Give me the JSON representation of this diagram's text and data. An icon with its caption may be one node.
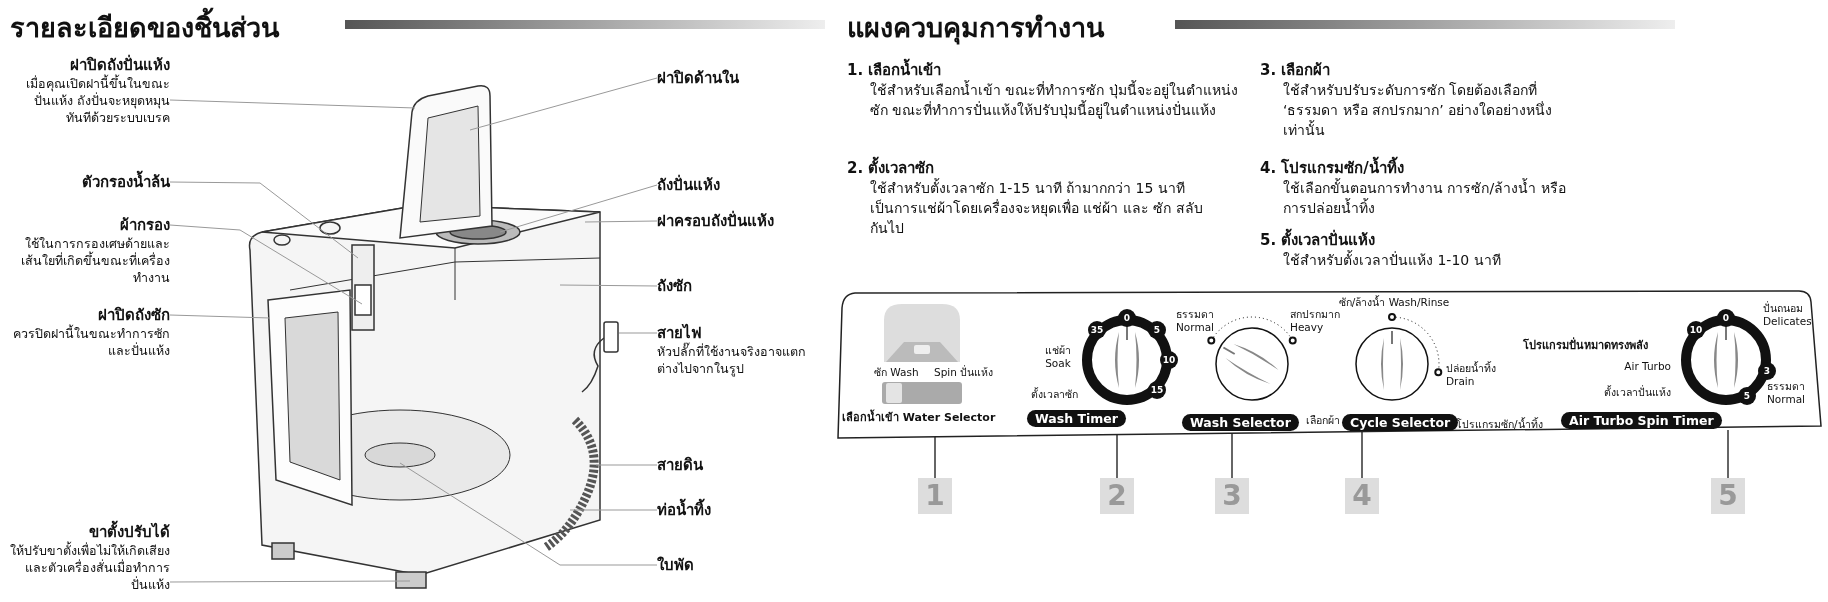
{
  "diagram": {
    "nodes": [
      {
        "text": [
          "ฝาปิดถังปั่นแห้ง",
          "เมื่อคุณเปิดฝานี้ขึ้นในขณะปั่นแห้ง ถังปั่นจะหยุดหมุนทันทีด้วยระบบเบรค"
        ]
      },
      {
        "text": [
          "ตัวกรองน้ำล้น"
        ]
      },
      {
        "text": [
          "ผ้ากรอง",
          "ใช้ในการกรองเศษด้ายและเส้นใยที่เกิดขึ้นขณะที่เครื่องทำงาน"
        ]
      },
      {
        "text": [
          "ฝาปิดถังซัก",
          "ควรปิดฝานี้ในขณะทำการซักและปั่นแห้ง"
        ]
      },
      {
        "text": [
          "ขาตั้งปรับได้",
          "ให้ปรับขาตั้งเพื่อไม่ให้เกิดเสียงและตัวเครื่องสั่นเมื่อทำการปั่นแห้ง"
        ]
      },
      {
        "text": [
          "ฝาปิดด้านใน"
        ]
      },
      {
        "text": [
          "ถังปั่นแห้ง"
        ]
      },
      {
        "text": [
          "ฝาครอบถังปั่นแห้ง"
        ]
      },
      {
        "text": [
          "ถังซัก"
        ]
      },
      {
        "text": [
          "สายไฟ",
          "หัวปลั๊กที่ใช้งานจริงอาจแตกต่างไปจากในรูป"
        ]
      },
      {
        "text": [
          "สายดิน"
        ]
      },
      {
        "text": [
          "ท่อน้ำทิ้ง"
        ]
      },
      {
        "text": [
          "ใบพัด"
        ]
      },
      {
        "text": [],
        "shape": "box"
      },
      {
        "text": [
          "ซัก Wash",
          "Spin ปั่นแห้ง",
          "เลือกน้ำเข้า Water Selector"
        ],
        "in": 13
      },
      {
        "text": [
          "0",
          "5",
          "10",
          "15",
          "35",
          "แช่ผ้า Soak",
          "ตั้งเวลาซัก",
          "Wash Timer"
        ],
        "in": 13
      },
      {
        "text": [
          "ธรรมดา Normal",
          "สกปรกมาก Heavy",
          "Wash Selector",
          "เลือกผ้า"
        ],
        "in": 13
      },
      {
        "text": [
          "ซัก/ล้างน้ำ Wash/Rinse",
          "ปล่อยน้ำทิ้ง Drain",
          "Cycle Selector",
          "โปรแกรมซัก/น้ำทิ้ง"
        ],
        "in": 13
      },
      {
        "text": [
          "0",
          "3",
          "5",
          "10",
          "ปั่นถนอม Delicates",
          "ธรรมดา Normal",
          "โปรแกรมปั่นหมาดทรงพลัง",
          "Air Turbo",
          "ตั้งเวลาปั่นแห้ง",
          "Air Turbo Spin Timer"
        ],
        "in": 13
      },
      {
        "text": [
          "1"
        ]
      },
      {
        "text": [
          "2"
        ]
      },
      {
        "text": [
          "3"
        ]
      },
      {
        "text": [
          "4"
        ]
      },
      {
        "text": [
          "5"
        ]
      }
    ],
    "edges": [
      {
        "from": 0,
        "to": null,
        "arrow": "none"
      },
      {
        "from": 1,
        "to": null,
        "arrow": "none"
      },
      {
        "from": 2,
        "to": null,
        "arrow": "none"
      },
      {
        "from": 3,
        "to": null,
        "arrow": "none"
      },
      {
        "from": 4,
        "to": null,
        "arrow": "none"
      },
      {
        "from": 5,
        "to": null,
        "arrow": "none"
      },
      {
        "from": 6,
        "to": null,
        "arrow": "none"
      },
      {
        "from": 7,
        "to": null,
        "arrow": "none"
      },
      {
        "from": 8,
        "to": null,
        "arrow": "none"
      },
      {
        "from": 9,
        "to": null,
        "arrow": "none"
      },
      {
        "from": 10,
        "to": null,
        "arrow": "none"
      },
      {
        "from": 11,
        "to": null,
        "arrow": "none"
      },
      {
        "from": 12,
        "to": null,
        "arrow": "none"
      },
      {
        "from": 19,
        "to": 14,
        "arrow": "none",
        "color": "#333333"
      },
      {
        "from": 20,
        "to": 15,
        "arrow": "none",
        "color": "#333333"
      },
      {
        "from": 21,
        "to": 16,
        "arrow": "none",
        "color": "#333333"
      },
      {
        "from": 22,
        "to": 17,
        "arrow": "none",
        "color": "#333333"
      },
      {
        "from": 23,
        "to": 18,
        "arrow": "none",
        "color": "#333333"
      }
    ],
    "labels": [
      "รายละเอียดของชิ้นส่วน",
      "แผงควบคุมการทำงาน",
      "1. เลือกน้ำเข้า",
      "ใช้สำหรับเลือกน้ำเข้า ขณะที่ทำการซัก ปุ่มนี้จะอยู่ในตำแหน่งซัก ขณะที่ทำการปั่นแห้งให้ปรับปุ่มนี้อยู่ในตำแหน่งปั่นแห้ง",
      "2. ตั้งเวลาซัก",
      "ใช้สำหรับตั้งเวลาซัก 1-15 นาที ถ้ามากกว่า 15 นาที เป็นการแช่ผ้าโดยเครื่องจะหยุดเพื่อ แช่ผ้า และ ซัก สลับกันไป",
      "3. เลือกผ้า",
      "ใช้สำหรับปรับระดับการซัก โดยต้องเลือกที่ ‘ธรรมดา หรือ สกปรกมาก’ อย่างใดอย่างหนึ่งเท่านั้น",
      "4. โปรแกรมซัก/น้ำทิ้ง",
      "ใช้เลือกขั้นตอนการทำงาน การซัก/ล้างน้ำ หรือการปล่อยน้ำทิ้ง",
      "5. ตั้งเวลาปั่นแห้ง",
      "ใช้สำหรับตั้งเวลาปั่นแห้ง 1-10 นาที"
    ]
  }
}
